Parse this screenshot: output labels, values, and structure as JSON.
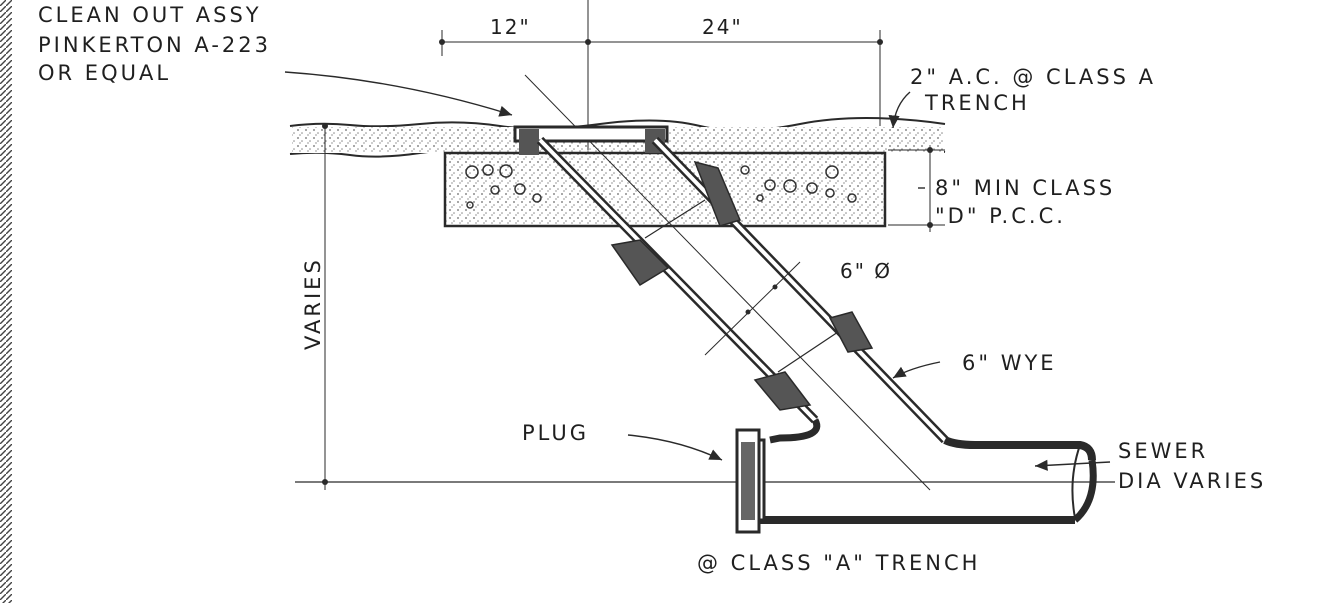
{
  "labels": {
    "cleanout_line1": "CLEAN OUT ASSY",
    "cleanout_line2": "PINKERTON A-223",
    "cleanout_line3": "OR EQUAL",
    "dim_12": "12\"",
    "dim_24": "24\"",
    "ac_line1": "2\" A.C. @ CLASS A",
    "ac_line2": "TRENCH",
    "pcc_line1": "8\" MIN CLASS",
    "pcc_line2": "\"D\" P.C.C.",
    "pipe_dia": "6\" Ø",
    "wye": "6\" WYE",
    "varies": "VARIES",
    "plug": "PLUG",
    "sewer_line1": "SEWER",
    "sewer_line2": "DIA VARIES",
    "footer": "@ CLASS \"A\" TRENCH"
  },
  "colors": {
    "ink": "#1f1f1f",
    "hatch": "#777777",
    "paper": "#ffffff"
  }
}
